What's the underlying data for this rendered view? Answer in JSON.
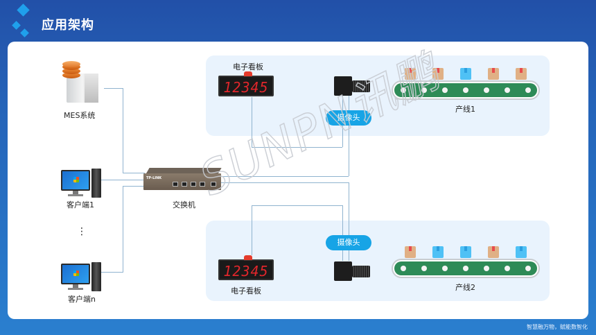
{
  "header": {
    "title": "应用架构"
  },
  "footer": {
    "slogan": "智慧融万物，赋能数智化"
  },
  "watermark": "SUNPN讯鹏",
  "nodes": {
    "mes": {
      "label": "MES系统",
      "icon": "server-database-icon"
    },
    "client1": {
      "label": "客户端1",
      "icon": "desktop-pc-icon"
    },
    "ellipsis": "⋮",
    "clientn": {
      "label": "客户端n",
      "icon": "desktop-pc-icon"
    },
    "switch": {
      "label": "交换机",
      "brand": "TP-LINK",
      "icon": "network-switch-icon"
    }
  },
  "lines": [
    {
      "name": "产线1",
      "board": {
        "label": "电子看板",
        "value": "12345"
      },
      "camera": {
        "label": "摄像头"
      },
      "boxes": [
        "brown",
        "brown",
        "blue",
        "brown",
        "brown"
      ],
      "rollers": 7
    },
    {
      "name": "产线2",
      "board": {
        "label": "电子看板",
        "value": "12345"
      },
      "camera": {
        "label": "摄像头"
      },
      "boxes": [
        "brown",
        "blue",
        "blue",
        "brown",
        "blue"
      ],
      "rollers": 7
    }
  ],
  "colors": {
    "header_bg": "#2250a8",
    "accent": "#17a4e6",
    "belt": "#2e8b57",
    "zone_bg": "#e9f3fd",
    "connector": "#8fb3cf",
    "digits": "#e0262b"
  }
}
